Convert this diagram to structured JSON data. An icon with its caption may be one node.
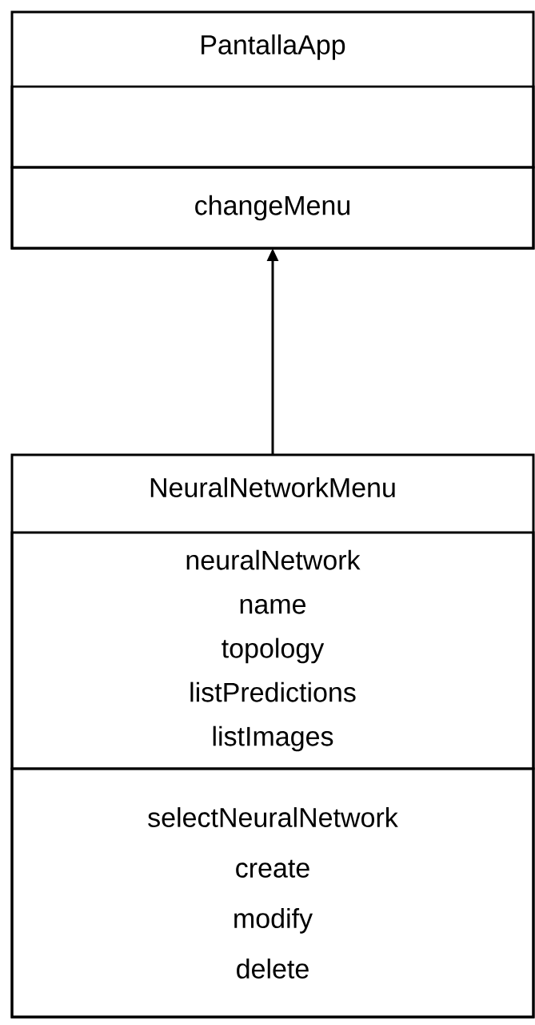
{
  "diagram": {
    "nodes": [
      {
        "text": [
          "PantallaApp"
        ]
      },
      {
        "text": [],
        "shape": "box",
        "in": 0
      },
      {
        "text": [
          "changeMenu"
        ],
        "in": 0
      },
      {
        "text": [
          "NeuralNetworkMenu"
        ]
      },
      {
        "text": [
          "neuralNetwork",
          "name",
          "topology",
          "listPredictions",
          "listImages"
        ],
        "in": 3
      },
      {
        "text": [
          "selectNeuralNetwork",
          "create",
          "modify",
          "delete"
        ],
        "in": 3
      }
    ],
    "edges": [
      {
        "from": 3,
        "to": 0,
        "arrow": "to"
      }
    ]
  }
}
